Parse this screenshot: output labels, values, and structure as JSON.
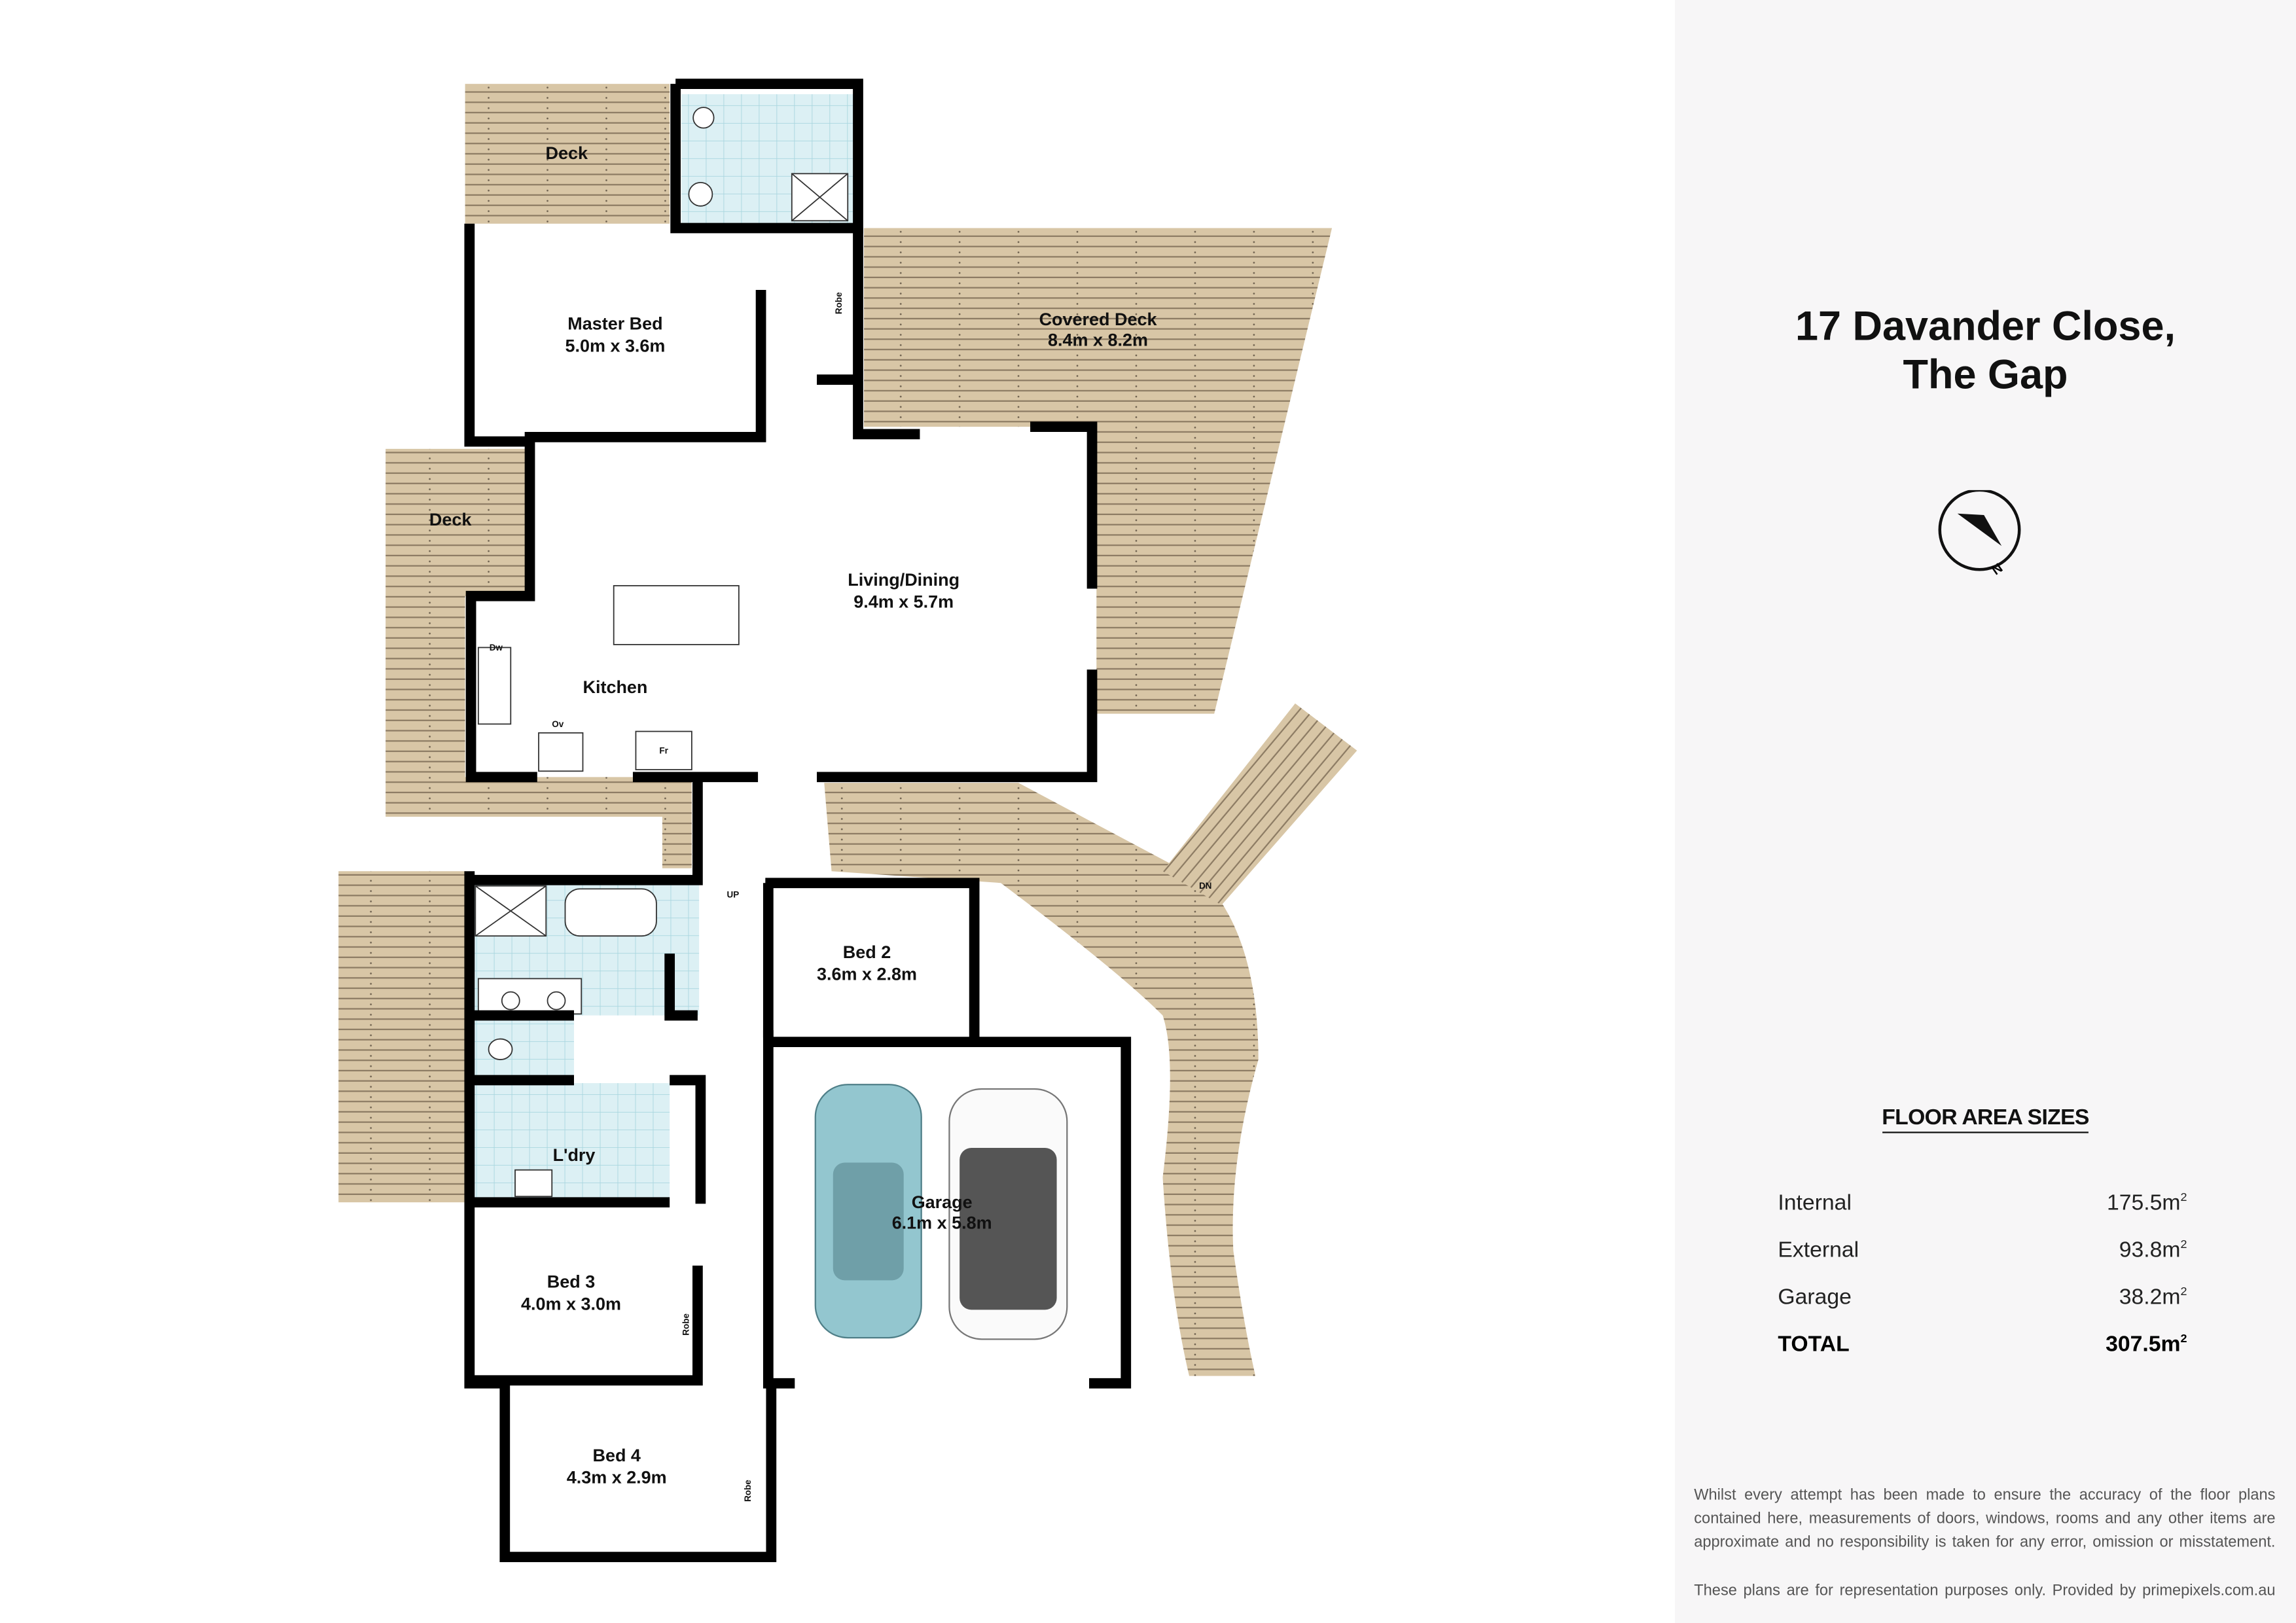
{
  "header": {
    "address_line1": "17 Davander Close,",
    "address_line2": "The Gap"
  },
  "compass": {
    "label": "N"
  },
  "floor_areas": {
    "heading": "FLOOR AREA SIZES",
    "rows": [
      {
        "label": "Internal",
        "value": "175.5m",
        "unit_sup": "2"
      },
      {
        "label": "External",
        "value": "93.8m",
        "unit_sup": "2"
      },
      {
        "label": "Garage",
        "value": "38.2m",
        "unit_sup": "2"
      }
    ],
    "total": {
      "label": "TOTAL",
      "value": "307.5m",
      "unit_sup": "2"
    }
  },
  "disclaimer": "Whilst every attempt has been made to ensure the accuracy of the floor plans contained here, measurements of doors, windows, rooms and any other items are approximate and no responsibility is taken for any error, omission or misstatement.",
  "footer": "These plans are for representation purposes only. Provided by primepixels.com.au",
  "rooms": {
    "deck_top": "Deck",
    "master_name": "Master Bed",
    "master_size": "5.0m x 3.6m",
    "robe": "Robe",
    "covered_name": "Covered Deck",
    "covered_size": "8.4m x 8.2m",
    "deck_left": "Deck",
    "living_name": "Living/Dining",
    "living_size": "9.4m x 5.7m",
    "kitchen": "Kitchen",
    "dw": "Dw",
    "ov": "Ov",
    "fr": "Fr",
    "up": "UP",
    "dn": "DN",
    "bed2_name": "Bed 2",
    "bed2_size": "3.6m x 2.8m",
    "laundry": "L'dry",
    "garage_name": "Garage",
    "garage_size": "6.1m x 5.8m",
    "bed3_name": "Bed 3",
    "bed3_size": "4.0m x 3.0m",
    "bed4_name": "Bed 4",
    "bed4_size": "4.3m x 2.9m"
  },
  "colors": {
    "deck": "#d8c6a6",
    "deck_line": "#8c7b63",
    "tile": "#dcf0f4",
    "tile_line": "#a9d6df",
    "wall": "#000000",
    "car1": "#93c6cf",
    "panel": "#f7f6f7"
  }
}
